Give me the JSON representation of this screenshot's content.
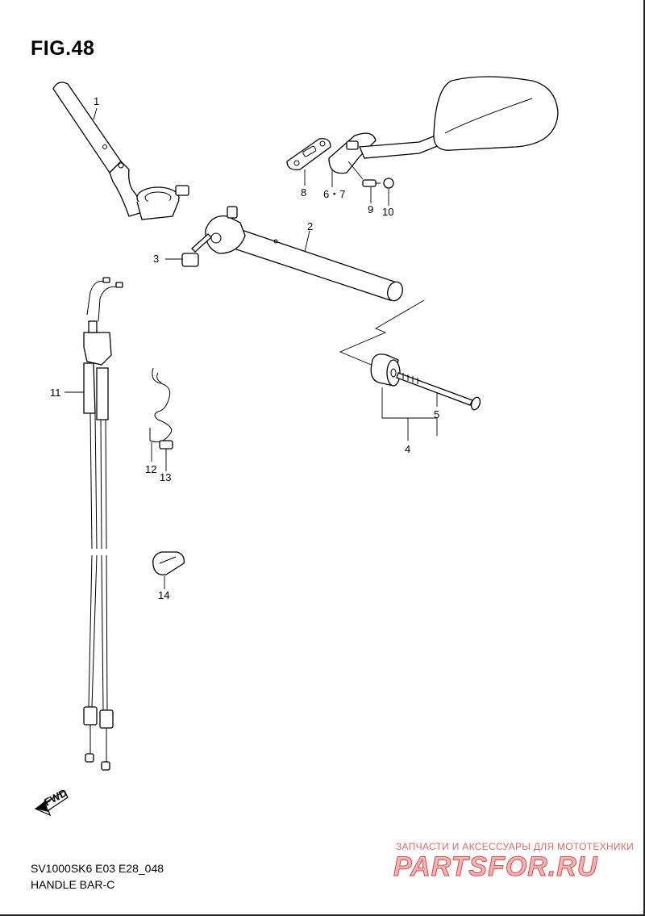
{
  "figure": {
    "title": "FIG.48"
  },
  "callouts": {
    "p1": "1",
    "p2": "2",
    "p3": "3",
    "p4": "4",
    "p5": "5",
    "p67": "6・7",
    "p8": "8",
    "p9": "9",
    "p10": "10",
    "p11": "11",
    "p12": "12",
    "p13": "13",
    "p14": "14"
  },
  "fwd_label": "FWD",
  "footer": {
    "model_code": "SV1000SK6 E03 E28_048",
    "part_name": "HANDLE BAR-C"
  },
  "watermark": {
    "tagline": "ЗАПЧАСТИ И АКСЕССУАРЫ ДЛЯ МОТОТЕХНИКИ",
    "logo": "PARTSFOR.RU",
    "color": "#d94a4a"
  }
}
